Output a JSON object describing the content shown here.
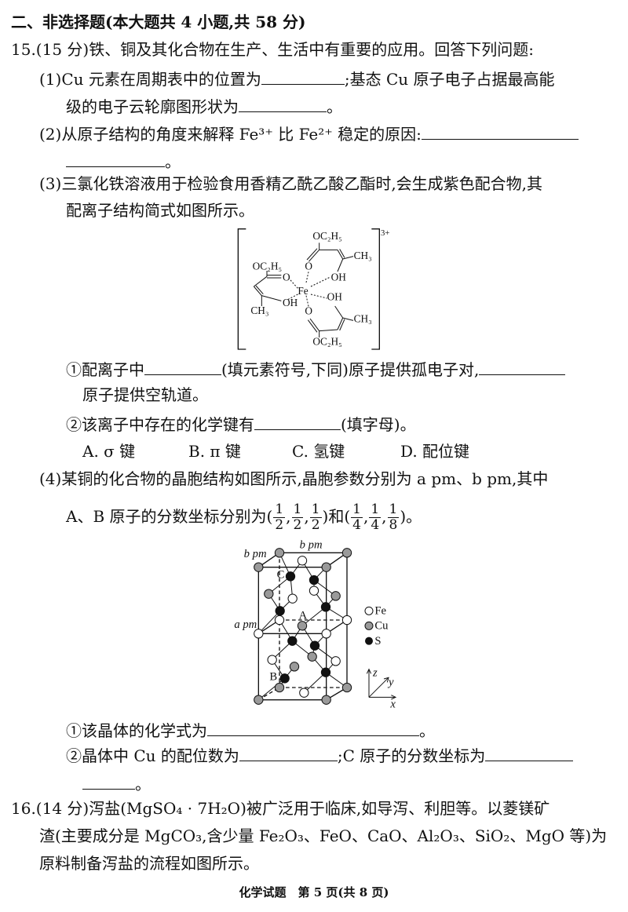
{
  "section_title": "二、非选择题(本大题共 4 小题,共 58 分)",
  "q15": {
    "header": "15.(15 分)铁、铜及其化合物在生产、生活中有重要的应用。回答下列问题:",
    "p1_a": "(1)Cu 元素在周期表中的位置为",
    "p1_b": ";基态 Cu 原子电子占据最高能",
    "p1_c": "级的电子云轮廓图形状为",
    "period": "。",
    "p2_a": "(2)从原子结构的角度来解释 Fe³⁺ 比 Fe²⁺ 稳定的原因:",
    "p3_a": "(3)三氯化铁溶液用于检验食用香精乙酰乙酸乙酯时,会生成紫色配合物,其",
    "p3_b": "配离子结构简式如图所示。",
    "complex_figure": {
      "charge": "3+",
      "labels": {
        "fe": "Fe",
        "o": "O",
        "oh": "OH",
        "oc2h5": "OC₂H₅",
        "ch3": "CH₃"
      }
    },
    "p3_q1_a": "①配离子中",
    "p3_q1_b": "(填元素符号,下同)原子提供孤电子对,",
    "p3_q1_c": "原子提供空轨道。",
    "p3_q2_a": "②该离子中存在的化学键有",
    "p3_q2_b": "(填字母)。",
    "options": [
      "A. σ 键",
      "B. π 键",
      "C. 氢键",
      "D. 配位键"
    ],
    "p4_a": "(4)某铜的化合物的晶胞结构如图所示,晶胞参数分别为 a pm、b pm,其中",
    "p4_b": "A、B 原子的分数坐标分别为(",
    "p4_sep": ",",
    "p4_mid": ")和(",
    "p4_end": ")。",
    "coord_A": [
      {
        "n": "1",
        "d": "2"
      },
      {
        "n": "1",
        "d": "2"
      },
      {
        "n": "1",
        "d": "2"
      }
    ],
    "coord_B": [
      {
        "n": "1",
        "d": "4"
      },
      {
        "n": "1",
        "d": "4"
      },
      {
        "n": "1",
        "d": "8"
      }
    ],
    "crystal_figure": {
      "b_top": "b pm",
      "b_left": "b pm",
      "a_left": "a pm",
      "label_A": "A",
      "label_B": "B",
      "label_C": "C",
      "legend": [
        "Fe",
        "Cu",
        "S"
      ],
      "axes": [
        "z",
        "y",
        "x"
      ]
    },
    "p4_q1": "①该晶体的化学式为",
    "p4_q2_a": "②晶体中 Cu 的配位数为",
    "p4_q2_b": ";C 原子的分数坐标为"
  },
  "q16": {
    "line1": "16.(14 分)泻盐(MgSO₄ · 7H₂O)被广泛用于临床,如导泻、利胆等。以菱镁矿",
    "line2": "渣(主要成分是 MgCO₃,含少量 Fe₂O₃、FeO、CaO、Al₂O₃、SiO₂、MgO 等)为",
    "line3": "原料制备泻盐的流程如图所示。"
  },
  "footer": "化学试题　第 5 页(共 8 页)"
}
